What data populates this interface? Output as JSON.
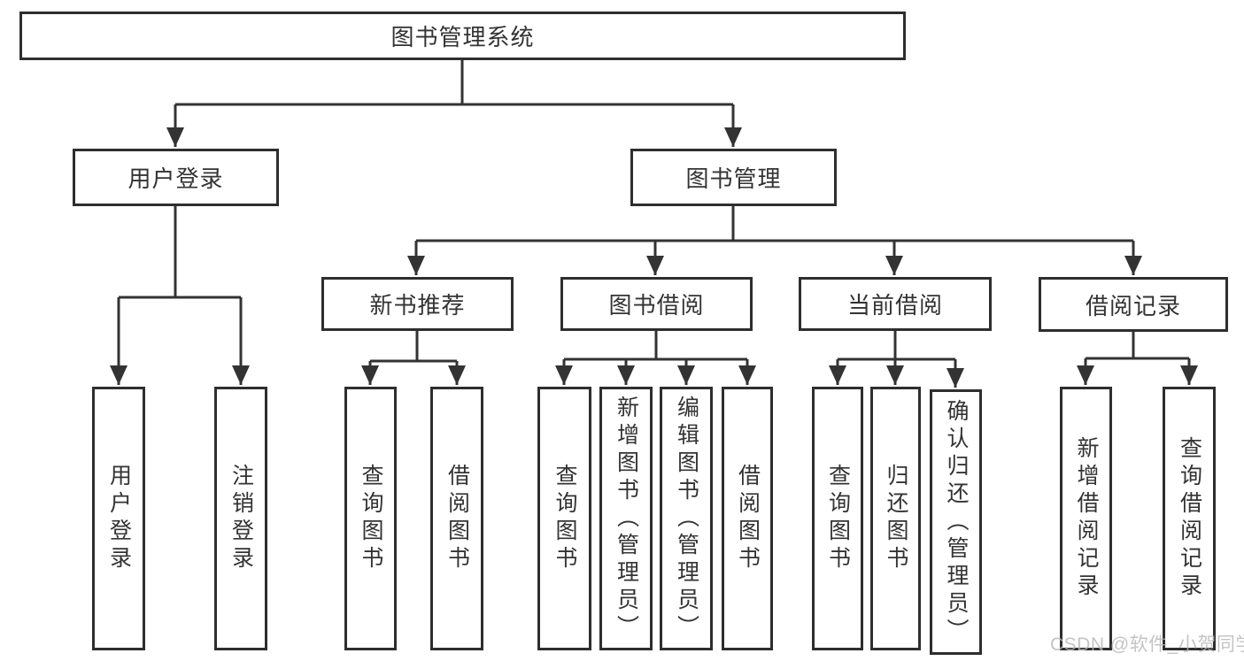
{
  "colors": {
    "line": "#333333",
    "border": "#2e2e2e",
    "text": "#333333",
    "bg": "#ffffff",
    "watermark": "#b6b6b6"
  },
  "watermark": "CSDN @软件_小贺同学",
  "tree": {
    "root": {
      "label": "图书管理系统"
    },
    "branches": [
      {
        "label": "用户登录",
        "children": [
          {
            "label": "用户登录"
          },
          {
            "label": "注销登录"
          }
        ]
      },
      {
        "label": "图书管理",
        "groups": [
          {
            "label": "新书推荐",
            "children": [
              {
                "label": "查询图书"
              },
              {
                "label": "借阅图书"
              }
            ]
          },
          {
            "label": "图书借阅",
            "children": [
              {
                "label": "查询图书"
              },
              {
                "label": "新增图书（管理员）"
              },
              {
                "label": "编辑图书（管理员）"
              },
              {
                "label": "借阅图书"
              }
            ]
          },
          {
            "label": "当前借阅",
            "children": [
              {
                "label": "查询图书"
              },
              {
                "label": "归还图书"
              },
              {
                "label": "确认归还（管理员）"
              }
            ]
          },
          {
            "label": "借阅记录",
            "children": [
              {
                "label": "新增借阅记录"
              },
              {
                "label": "查询借阅记录"
              }
            ]
          }
        ]
      }
    ]
  }
}
